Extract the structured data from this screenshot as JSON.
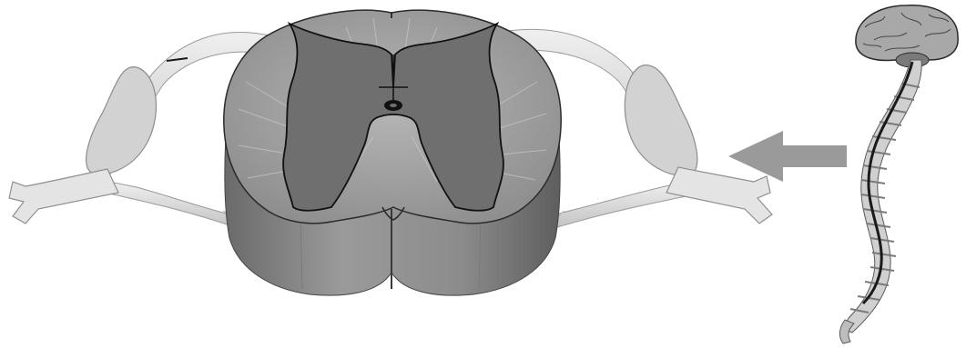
{
  "figure": {
    "colors": {
      "background": "#ffffff",
      "white_matter": "#a9a9a9",
      "gray_matter": "#6f6f6f",
      "cord_side": "#8a8a8a",
      "nerve_root": "#d9d9d9",
      "outline": "#1a1a1a",
      "arrow": "#9a9a9a",
      "brain": "#b0b0b0",
      "vertebrae": "#c9c9c9"
    },
    "icons": {
      "cross_section": "spinal-cord-cross-section",
      "locator": "brain-and-spine",
      "pointer": "left-arrow"
    }
  }
}
